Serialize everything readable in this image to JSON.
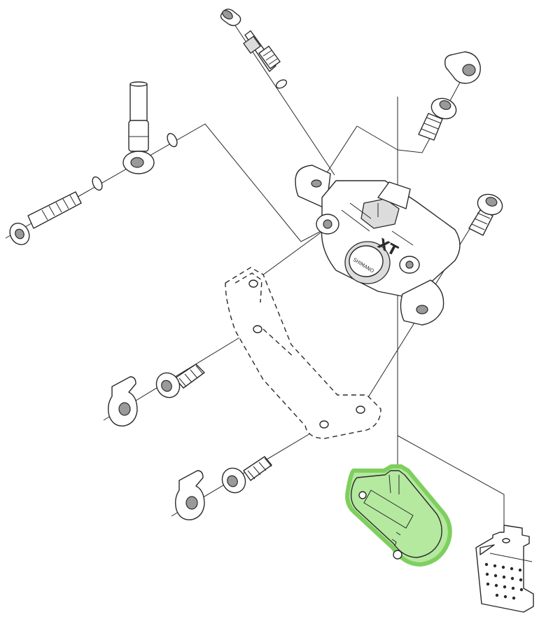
{
  "diagram": {
    "caliper_model_label": "XT",
    "caliper_brand_label": "SHIMANO",
    "highlight_color": "#9be27f",
    "highlight_stroke": "#7fcf5f",
    "parts": [
      {
        "id": "bleed-nipple-cap",
        "icon": "cap-icon"
      },
      {
        "id": "bleed-nipple",
        "icon": "nipple-icon"
      },
      {
        "id": "o-ring-top",
        "icon": "ring-icon"
      },
      {
        "id": "hose",
        "icon": "hose-icon"
      },
      {
        "id": "banjo-fitting",
        "icon": "banjo-icon"
      },
      {
        "id": "banjo-bolt",
        "icon": "bolt-icon"
      },
      {
        "id": "caliper-body",
        "icon": "caliper-icon"
      },
      {
        "id": "fixing-bolt-top",
        "icon": "bolt-icon"
      },
      {
        "id": "lock-clip-top",
        "icon": "clip-icon"
      },
      {
        "id": "mount-adapter",
        "icon": "adapter-icon"
      },
      {
        "id": "mount-bolt-1",
        "icon": "bolt-icon"
      },
      {
        "id": "mount-bolt-2",
        "icon": "bolt-icon"
      },
      {
        "id": "clip-1",
        "icon": "clip-icon"
      },
      {
        "id": "clip-2",
        "icon": "clip-icon"
      },
      {
        "id": "pad-spacer",
        "icon": "spacer-icon",
        "highlighted": true
      },
      {
        "id": "brake-pad",
        "icon": "pad-icon"
      }
    ]
  }
}
